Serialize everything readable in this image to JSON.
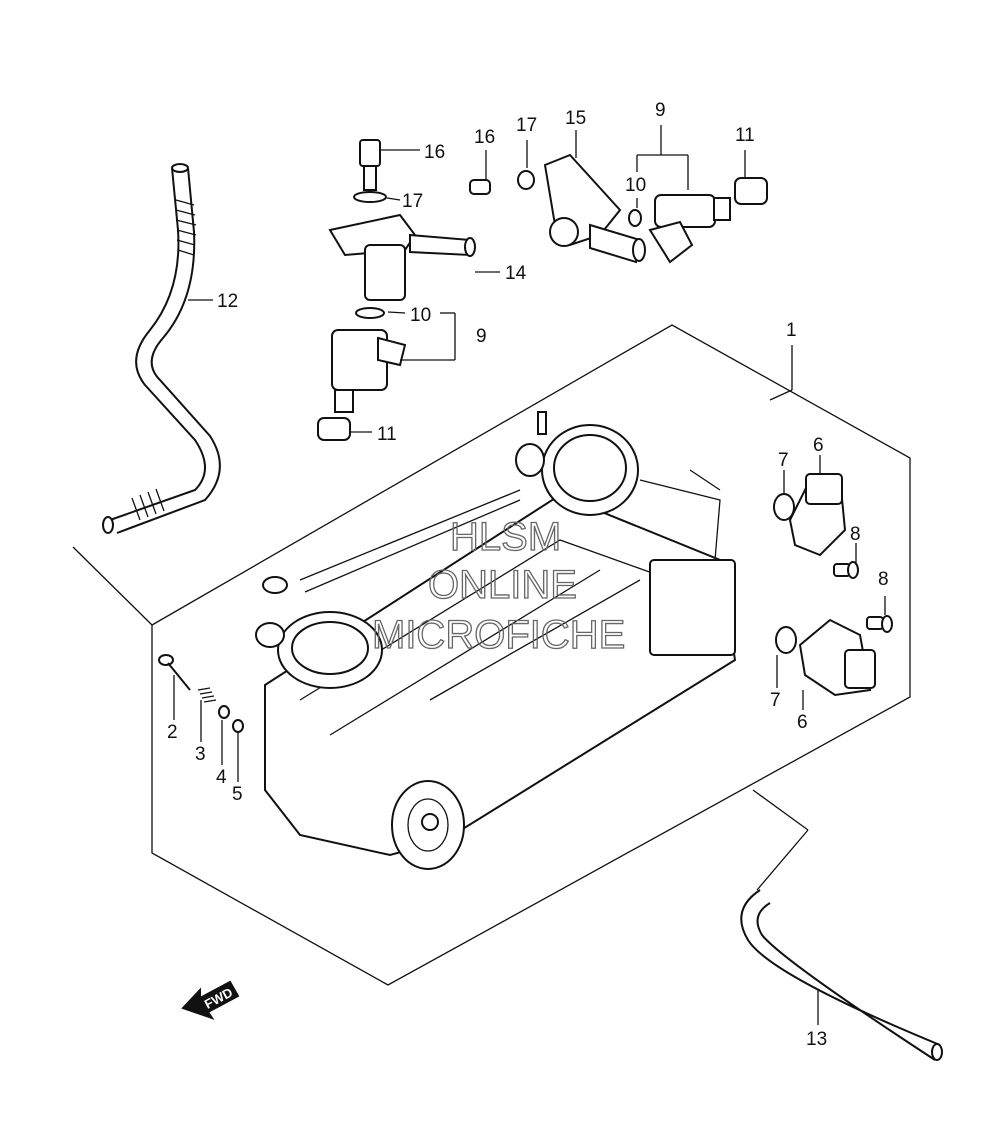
{
  "callouts": [
    {
      "id": "c1",
      "text": "1"
    },
    {
      "id": "c2",
      "text": "2"
    },
    {
      "id": "c3",
      "text": "3"
    },
    {
      "id": "c4",
      "text": "4"
    },
    {
      "id": "c5",
      "text": "5"
    },
    {
      "id": "c6a",
      "text": "6"
    },
    {
      "id": "c6b",
      "text": "6"
    },
    {
      "id": "c7a",
      "text": "7"
    },
    {
      "id": "c7b",
      "text": "7"
    },
    {
      "id": "c8a",
      "text": "8"
    },
    {
      "id": "c8b",
      "text": "8"
    },
    {
      "id": "c9a",
      "text": "9"
    },
    {
      "id": "c9b",
      "text": "9"
    },
    {
      "id": "c10a",
      "text": "10"
    },
    {
      "id": "c10b",
      "text": "10"
    },
    {
      "id": "c11a",
      "text": "11"
    },
    {
      "id": "c11b",
      "text": "11"
    },
    {
      "id": "c12",
      "text": "12"
    },
    {
      "id": "c13",
      "text": "13"
    },
    {
      "id": "c14",
      "text": "14"
    },
    {
      "id": "c15",
      "text": "15"
    },
    {
      "id": "c16a",
      "text": "16"
    },
    {
      "id": "c16b",
      "text": "16"
    },
    {
      "id": "c17a",
      "text": "17"
    },
    {
      "id": "c17b",
      "text": "17"
    }
  ],
  "watermark": [
    "HLSM",
    "ONLINE",
    "MICROFICHE"
  ],
  "direction_badge": "FWD"
}
